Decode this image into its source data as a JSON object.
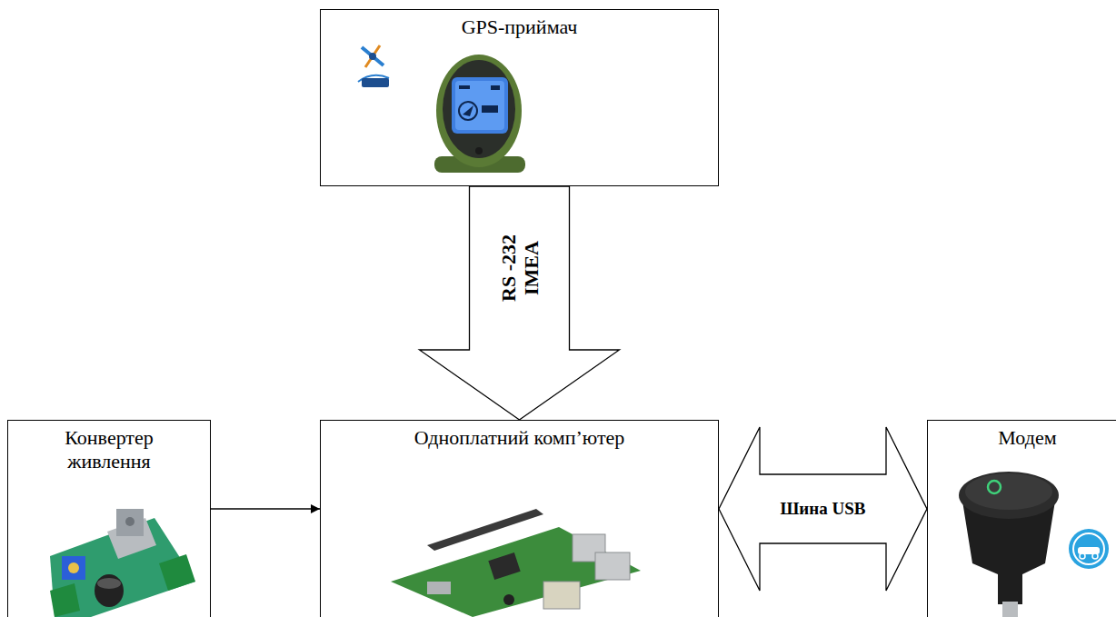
{
  "diagram": {
    "nodes": [
      {
        "text": [
          "GPS-приймач"
        ]
      },
      {
        "text": [
          "Конвертер живлення"
        ]
      },
      {
        "text": [
          "Одноплатний комп’ютер"
        ]
      },
      {
        "text": [
          "Модем"
        ]
      }
    ],
    "edges": [
      {
        "from": 0,
        "to": 2,
        "arrow": "to",
        "label": "RS -232 IMEA"
      },
      {
        "from": 1,
        "to": 2,
        "arrow": "to"
      },
      {
        "from": 2,
        "to": 3,
        "arrow": "both",
        "label": "Шина USB"
      }
    ]
  }
}
